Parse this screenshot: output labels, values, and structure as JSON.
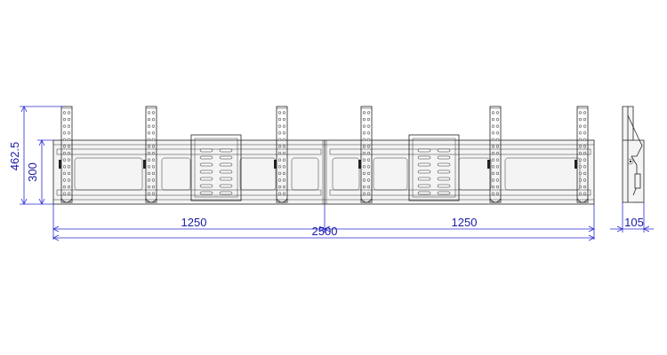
{
  "dimensions": {
    "total_height": "462.5",
    "panel_height": "300",
    "left_width": "1250",
    "right_width": "1250",
    "total_width": "2500",
    "depth": "105"
  },
  "colors": {
    "dimension": "#2a2ad0",
    "drawing": "#222222",
    "background": "#ffffff"
  }
}
